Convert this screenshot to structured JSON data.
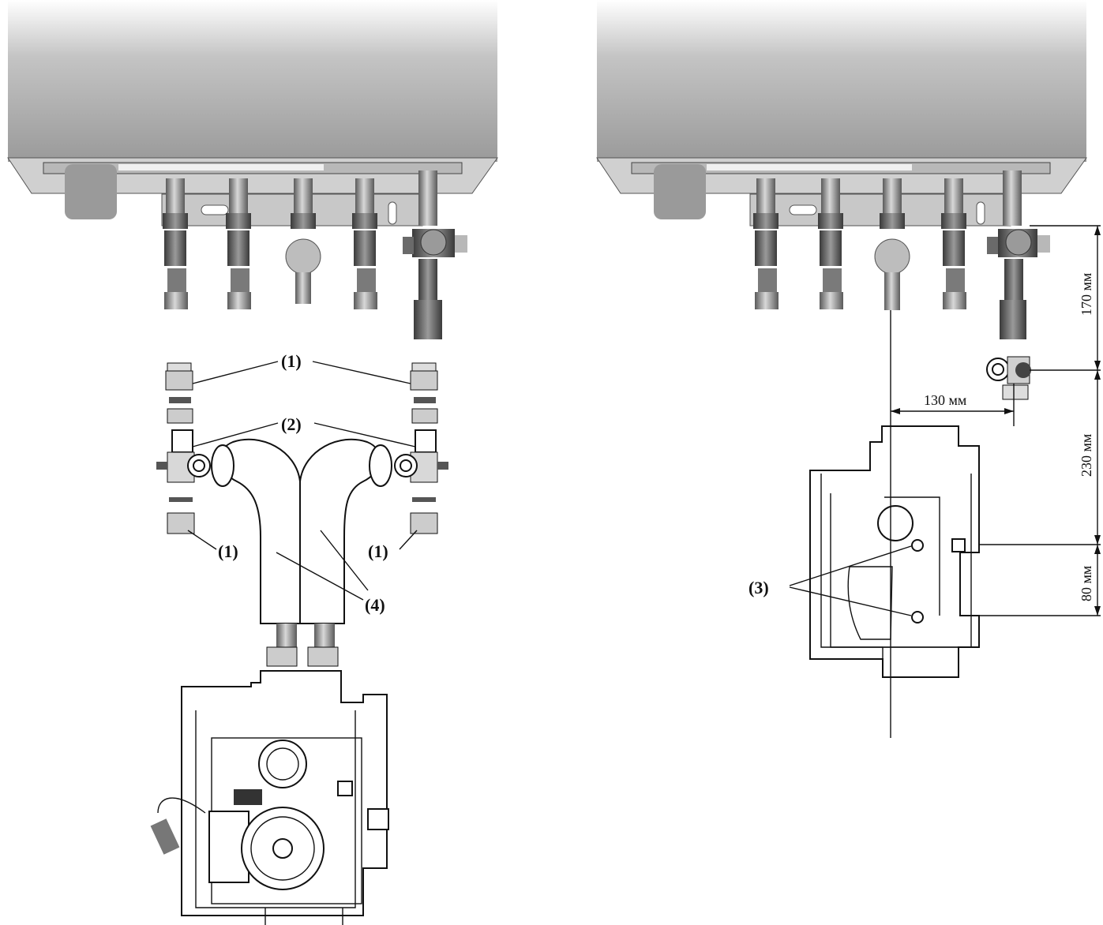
{
  "callouts": {
    "c1_top": "(1)",
    "c2": "(2)",
    "c1_left": "(1)",
    "c1_right": "(1)",
    "c4": "(4)",
    "c3": "(3)"
  },
  "dimensions": {
    "d170": "170 мм",
    "d130": "130 мм",
    "d230": "230 мм",
    "d80": "80 мм"
  },
  "colors": {
    "boiler_top": "#a8a8a8",
    "boiler_bottom": "#e0e0e0",
    "metal": "#8c8c8c",
    "dark_metal": "#4a4a4a",
    "line": "#111111"
  }
}
